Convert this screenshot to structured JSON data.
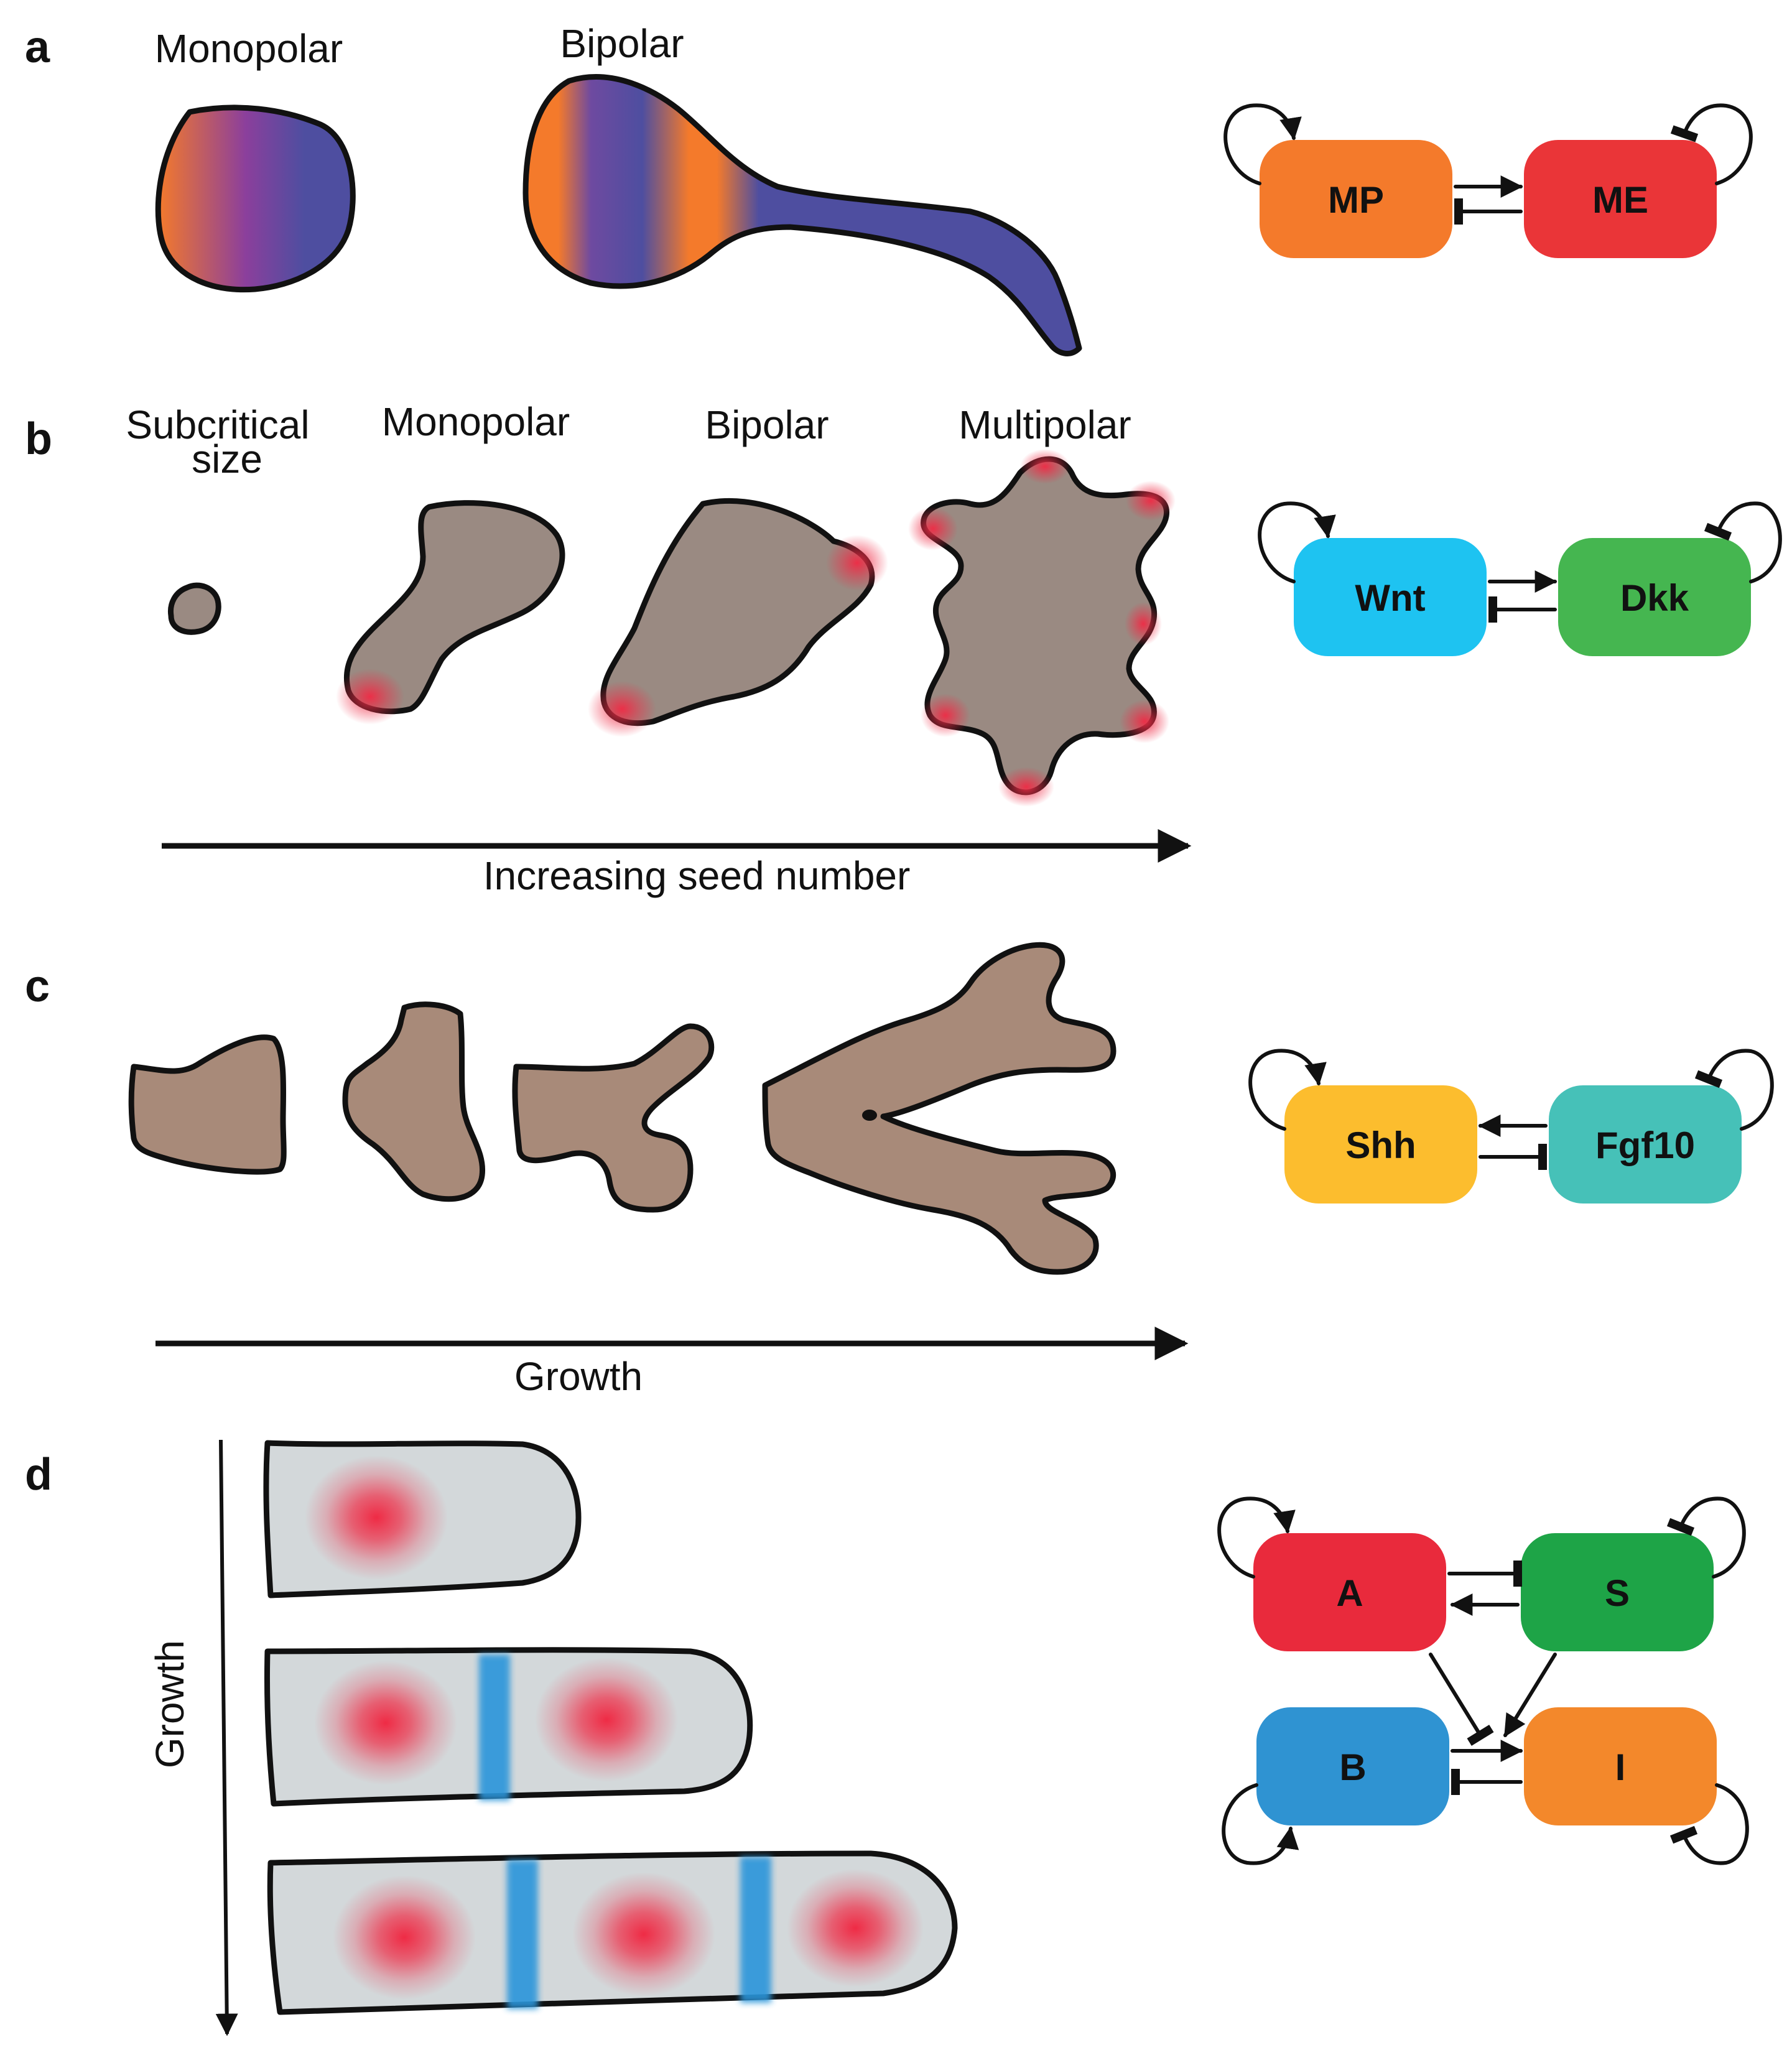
{
  "panels": {
    "a": {
      "label": "a",
      "captions": [
        "Monopolar",
        "Bipolar"
      ],
      "network": {
        "nodes": [
          {
            "id": "MP",
            "label": "MP",
            "color": "#f47a2b"
          },
          {
            "id": "ME",
            "label": "ME",
            "color": "#ea3538"
          }
        ]
      }
    },
    "b": {
      "label": "b",
      "captions": [
        "Subcritical",
        "size",
        "Monopolar",
        "Bipolar",
        "Multipolar"
      ],
      "axis": "Increasing seed number",
      "network": {
        "nodes": [
          {
            "id": "Wnt",
            "label": "Wnt",
            "color": "#1ec3f1"
          },
          {
            "id": "Dkk",
            "label": "Dkk",
            "color": "#45b650"
          }
        ]
      }
    },
    "c": {
      "label": "c",
      "axis": "Growth",
      "network": {
        "nodes": [
          {
            "id": "Shh",
            "label": "Shh",
            "color": "#fcbd2e"
          },
          {
            "id": "Fgf10",
            "label": "Fgf10",
            "color": "#46c1b8"
          }
        ]
      }
    },
    "d": {
      "label": "d",
      "axis": "Growth",
      "network": {
        "nodes": [
          {
            "id": "A",
            "label": "A",
            "color": "#e92a3c"
          },
          {
            "id": "S",
            "label": "S",
            "color": "#1ea447"
          },
          {
            "id": "B",
            "label": "B",
            "color": "#2f93d2"
          },
          {
            "id": "I",
            "label": "I",
            "color": "#f3882b"
          }
        ]
      }
    }
  },
  "colors": {
    "tissue_gray": "#9a8a82",
    "tissue_brown": "#a88a79",
    "finger_fill": "#d3d8da",
    "red_spot": "#ef2b45",
    "blue_stripe": "#2a95da",
    "orange": "#f47a2b",
    "purple": "#8b3f9c",
    "indigo": "#4e4ea0"
  }
}
